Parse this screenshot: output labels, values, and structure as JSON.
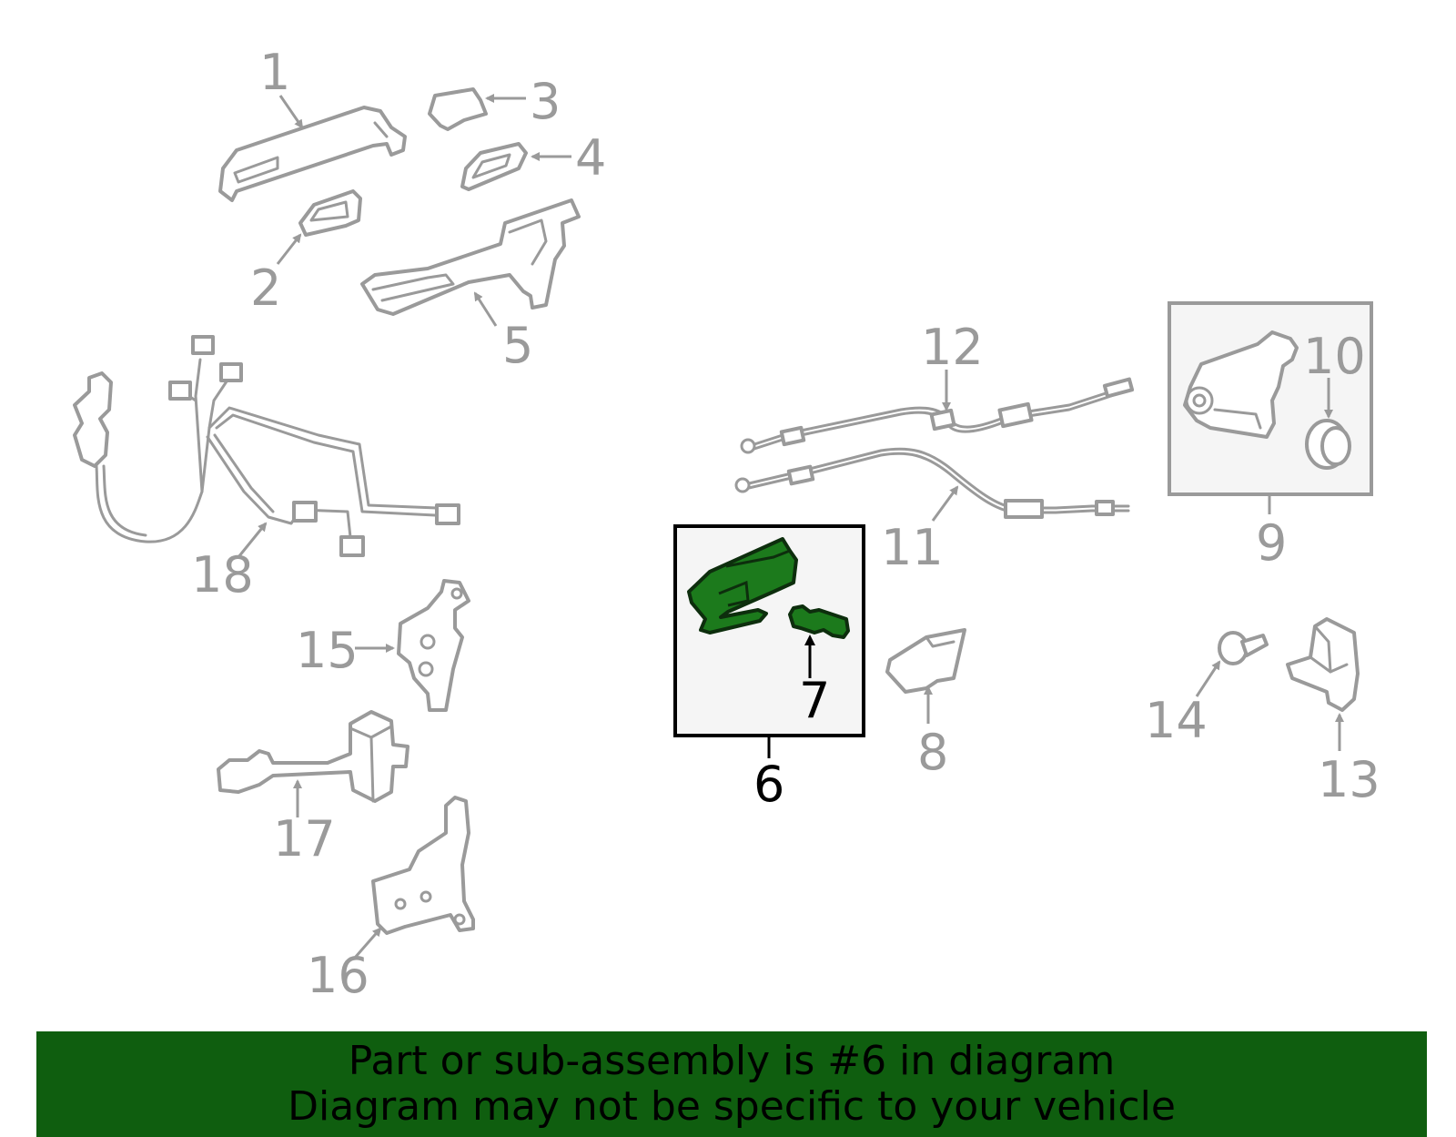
{
  "callouts": {
    "c1": "1",
    "c2": "2",
    "c3": "3",
    "c4": "4",
    "c5": "5",
    "c6": "6",
    "c7": "7",
    "c8": "8",
    "c9": "9",
    "c10": "10",
    "c11": "11",
    "c12": "12",
    "c13": "13",
    "c14": "14",
    "c15": "15",
    "c16": "16",
    "c17": "17",
    "c18": "18"
  },
  "banner": {
    "line1": "Part or sub-assembly is #6 in diagram",
    "line2": "Diagram may not be specific to your vehicle",
    "color": "#0f5e0f"
  },
  "colors": {
    "highlight_part": "#1c7a1c",
    "dim_part": "#9a9a9a",
    "highlight_box_bg": "#f5f5f5"
  }
}
